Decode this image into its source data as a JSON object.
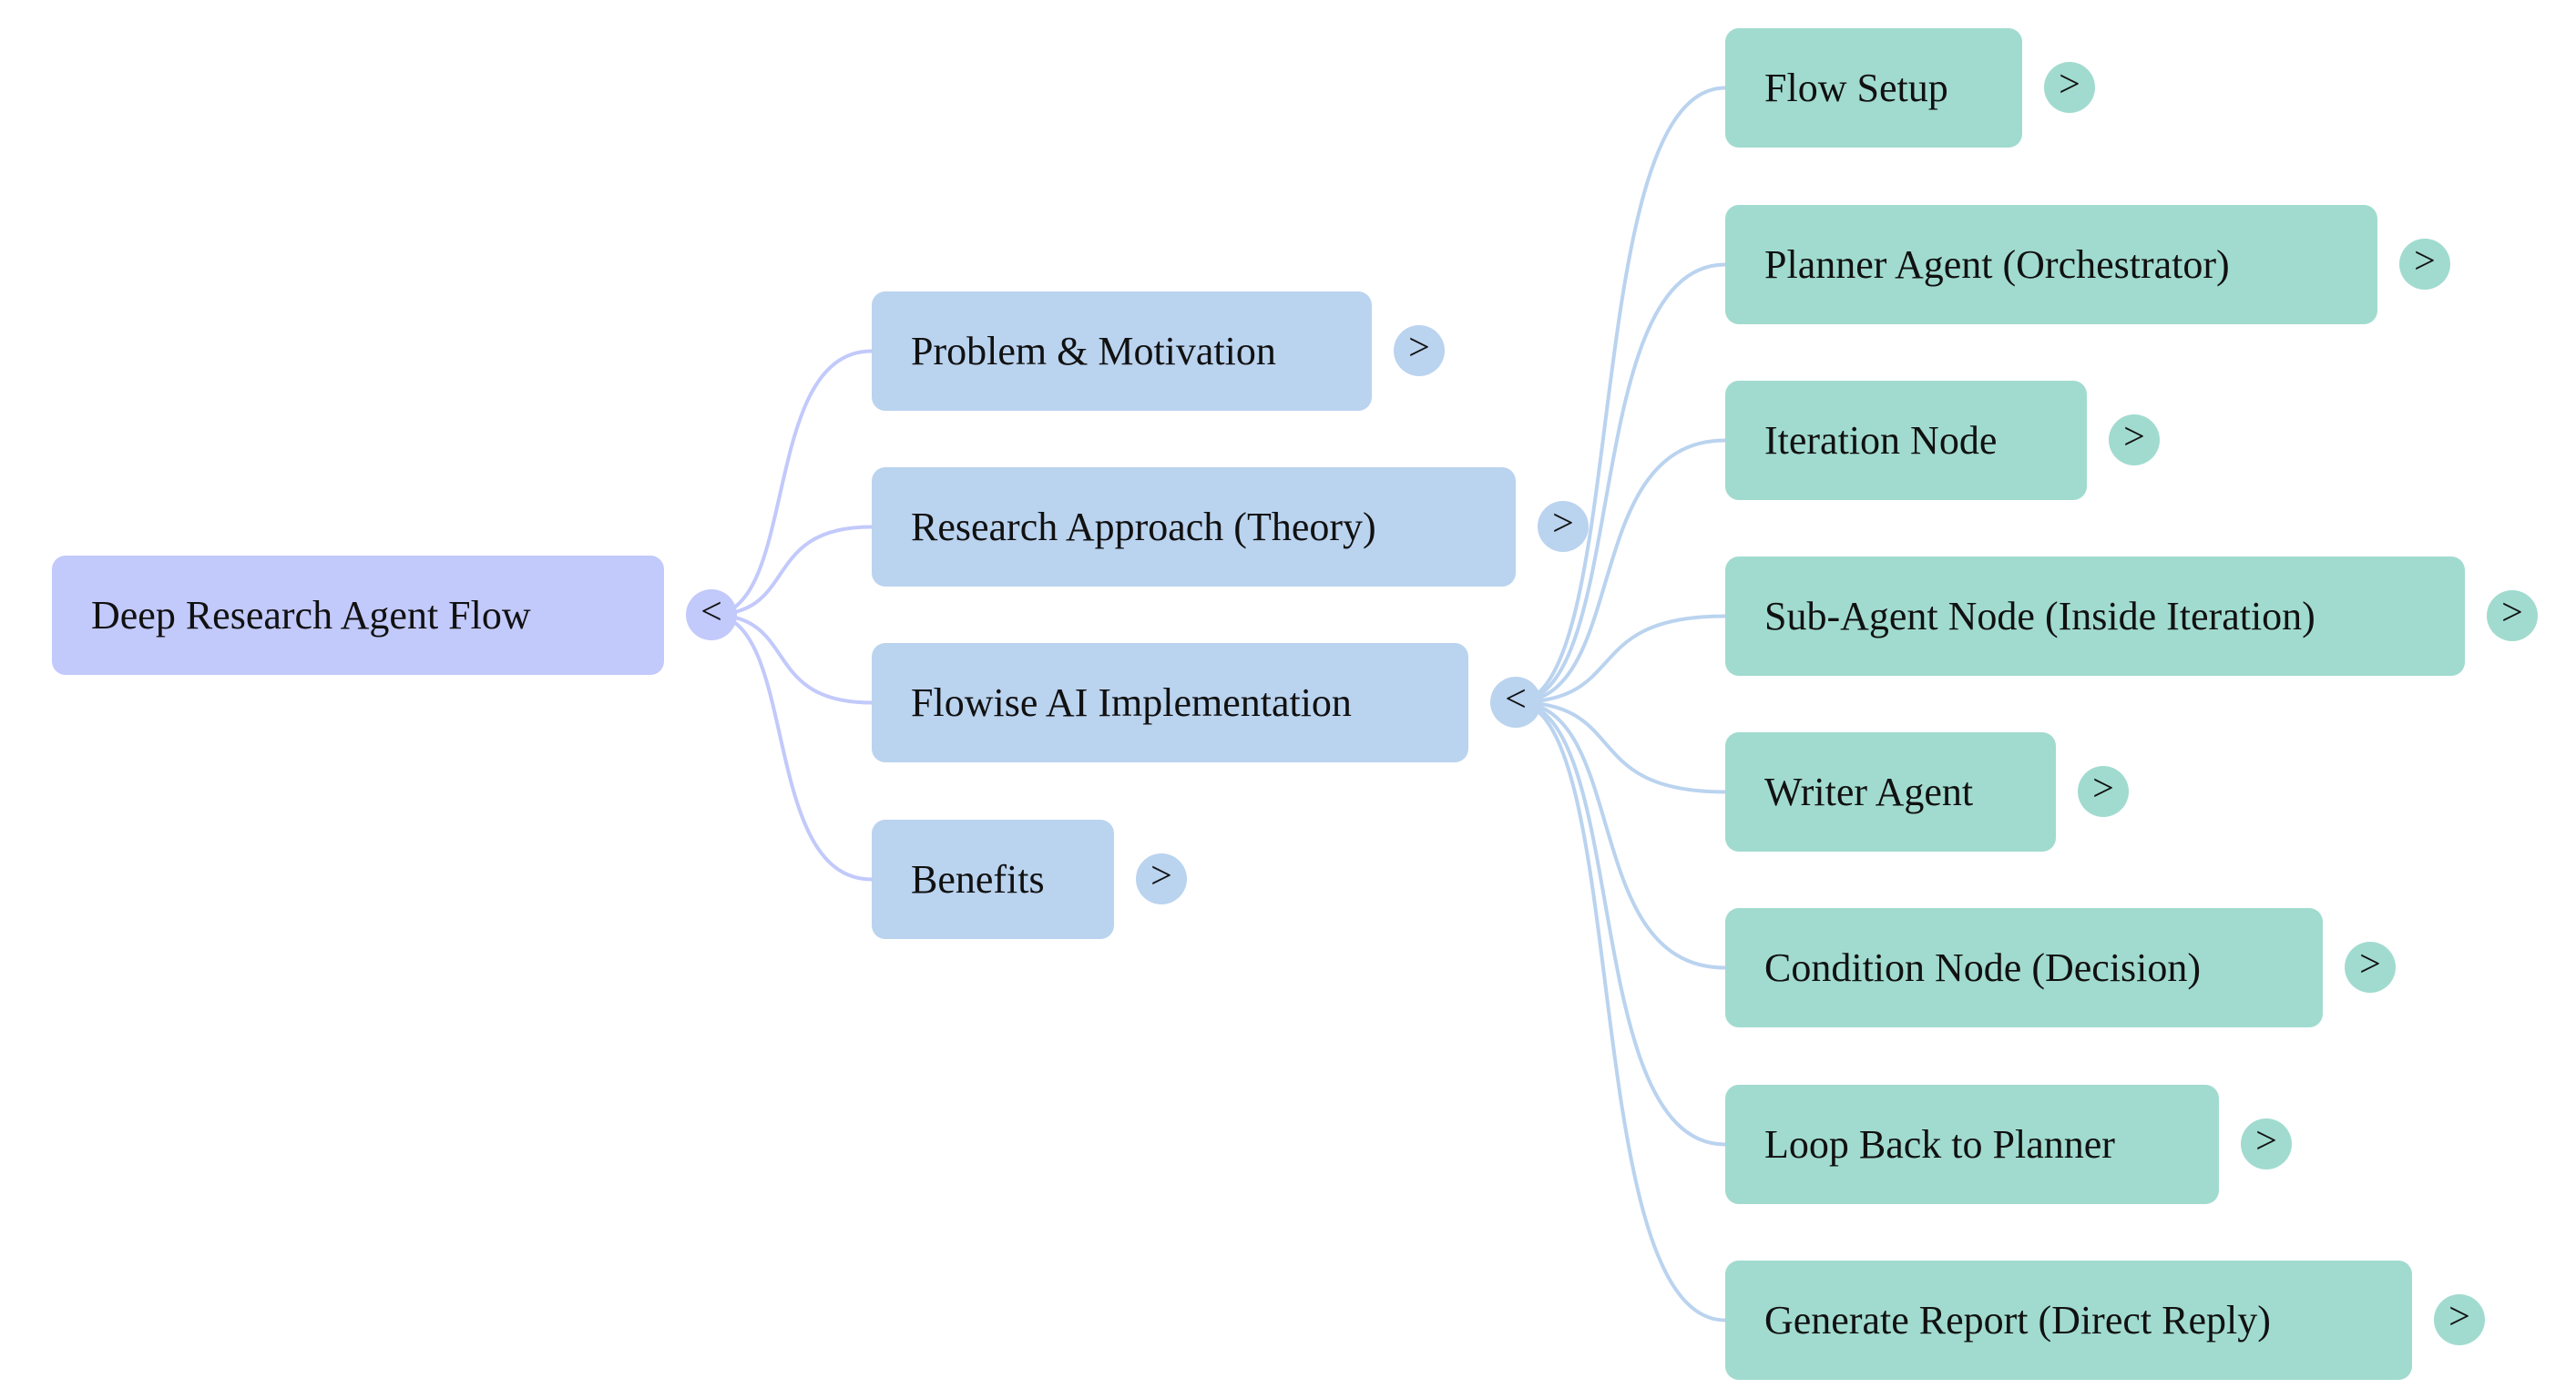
{
  "mindmap": {
    "root": {
      "label": "Deep Research Agent Flow",
      "toggle": "<"
    },
    "branches": [
      {
        "label": "Problem & Motivation",
        "toggle": ">"
      },
      {
        "label": "Research Approach (Theory)",
        "toggle": ">"
      },
      {
        "label": "Flowise AI Implementation",
        "toggle": "<"
      },
      {
        "label": "Benefits",
        "toggle": ">"
      }
    ],
    "implementation_children": [
      {
        "label": "Flow Setup",
        "toggle": ">"
      },
      {
        "label": "Planner Agent (Orchestrator)",
        "toggle": ">"
      },
      {
        "label": "Iteration Node",
        "toggle": ">"
      },
      {
        "label": "Sub-Agent Node (Inside Iteration)",
        "toggle": ">"
      },
      {
        "label": "Writer Agent",
        "toggle": ">"
      },
      {
        "label": "Condition Node (Decision)",
        "toggle": ">"
      },
      {
        "label": "Loop Back to Planner",
        "toggle": ">"
      },
      {
        "label": "Generate Report (Direct Reply)",
        "toggle": ">"
      }
    ]
  },
  "colors": {
    "root": "#c2c9fb",
    "level1": "#bad3ef",
    "level2": "#a1dbcf",
    "link_root": "#c2c9fb",
    "link_level1": "#bad3ef"
  }
}
